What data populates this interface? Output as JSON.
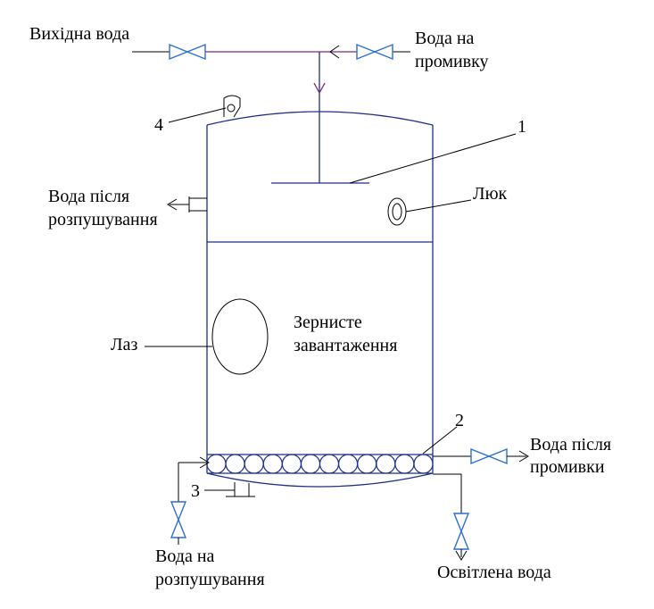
{
  "labels": {
    "source_water": "Вихідна вода",
    "wash_water_line1": "Вода на",
    "wash_water_line2": "промивку",
    "after_loosening_line1": "Вода після",
    "after_loosening_line2": "розпушування",
    "hatch": "Люк",
    "manhole": "Лаз",
    "granular_line1": "Зернисте",
    "granular_line2": "завантаження",
    "after_washing_line1": "Вода після",
    "after_washing_line2": "промивки",
    "loosening_water_line1": "Вода на",
    "loosening_water_line2": "розпушування",
    "clarified_water": "Освітлена вода"
  },
  "callouts": {
    "n1": "1",
    "n2": "2",
    "n3": "3",
    "n4": "4"
  },
  "colors": {
    "vessel": "#1f2f86",
    "valves": "#2a6fd1",
    "inlet_pipe": "#7b2a7b",
    "leaders": "#000000"
  }
}
